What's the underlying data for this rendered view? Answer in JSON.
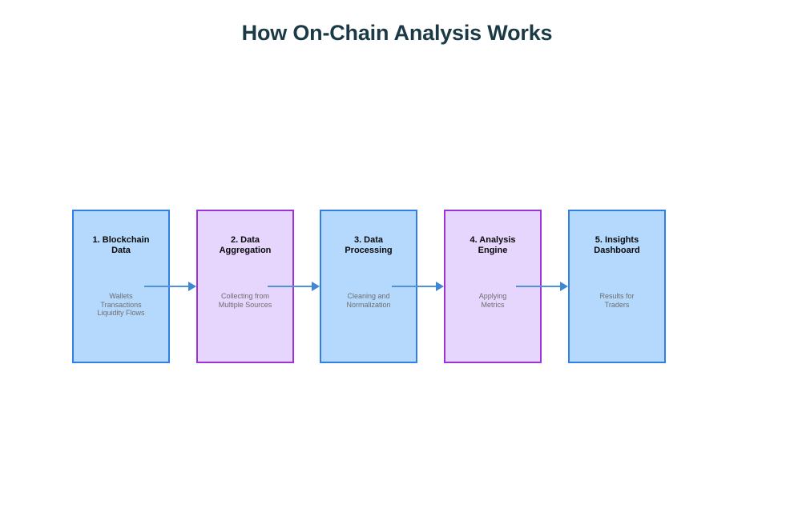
{
  "diagram": {
    "title": "How On-Chain Analysis Works",
    "type": "flowchart",
    "orientation": "left-to-right",
    "background_color": "#ffffff",
    "title_color": "#1b3a45",
    "palette": {
      "blue_fill": "#b4d9fd",
      "blue_border": "#2f7fe4",
      "purple_fill": "#e6d5fd",
      "purple_border": "#9b33d9",
      "arrow_color": "#5191d8",
      "stage_title_color": "#090909",
      "stage_caption_color": "#6e6e6e"
    },
    "stages": [
      {
        "id": "blockchain-data",
        "title": "1. Blockchain\nData",
        "caption": "Wallets\nTransactions\nLiquidity Flows",
        "color": "blue"
      },
      {
        "id": "data-aggregation",
        "title": "2. Data\nAggregation",
        "caption": "Collecting from\nMultiple Sources",
        "color": "purple"
      },
      {
        "id": "data-processing",
        "title": "3. Data\nProcessing",
        "caption": "Cleaning and\nNormalization",
        "color": "blue"
      },
      {
        "id": "analysis-engine",
        "title": "4. Analysis\nEngine",
        "caption": "Applying\nMetrics",
        "color": "purple"
      },
      {
        "id": "insights-dashboard",
        "title": "5. Insights\nDashboard",
        "caption": "Results for\nTraders",
        "color": "blue"
      }
    ],
    "connectors": [
      {
        "id": "arrow-1-to-2",
        "from": "blockchain-data",
        "to": "data-aggregation"
      },
      {
        "id": "arrow-2-to-3",
        "from": "data-aggregation",
        "to": "data-processing"
      },
      {
        "id": "arrow-3-to-4",
        "from": "data-processing",
        "to": "analysis-engine"
      },
      {
        "id": "arrow-4-to-5",
        "from": "analysis-engine",
        "to": "insights-dashboard"
      }
    ]
  }
}
